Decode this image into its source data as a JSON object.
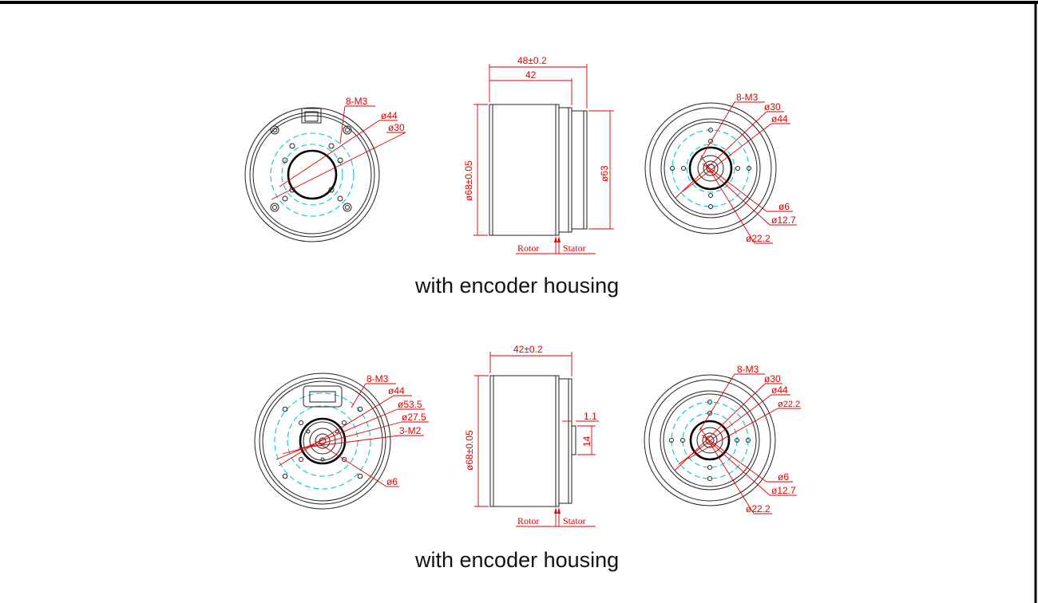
{
  "captions": {
    "top": "with  encoder housing",
    "bottom": "with  encoder housing"
  },
  "top_row": {
    "front_view": {
      "m3": "8-M3",
      "d44": "ø44",
      "d30": "ø30"
    },
    "side_view": {
      "length_total": "48±0.2",
      "length_body": "42",
      "diameter": "ø68±0.05",
      "diameter_step": "ø63",
      "rotor_label": "Rotor",
      "stator_label": "Stator"
    },
    "back_view": {
      "m3": "8-M3",
      "d30": "ø30",
      "d44": "ø44",
      "d6": "ø6",
      "d12_7": "ø12.7",
      "d22_2": "ø22.2"
    }
  },
  "bottom_row": {
    "front_view": {
      "m3": "8-M3",
      "d44": "ø44",
      "d53_5": "ø53.5",
      "d27_5": "ø27.5",
      "m2": "3-M2",
      "d6": "ø6"
    },
    "side_view": {
      "length_total": "42±0.2",
      "diameter": "ø68±0.05",
      "shaft_len": "1.1",
      "shaft_dia": "14",
      "rotor_label": "Rotor",
      "stator_label": "Stator"
    },
    "back_view": {
      "m3": "8-M3",
      "d30": "ø30",
      "d44": "ø44",
      "d22_2_top": "ø22.2",
      "d6": "ø6",
      "d12_7": "ø12.7",
      "d22_2": "ø22.2"
    }
  }
}
